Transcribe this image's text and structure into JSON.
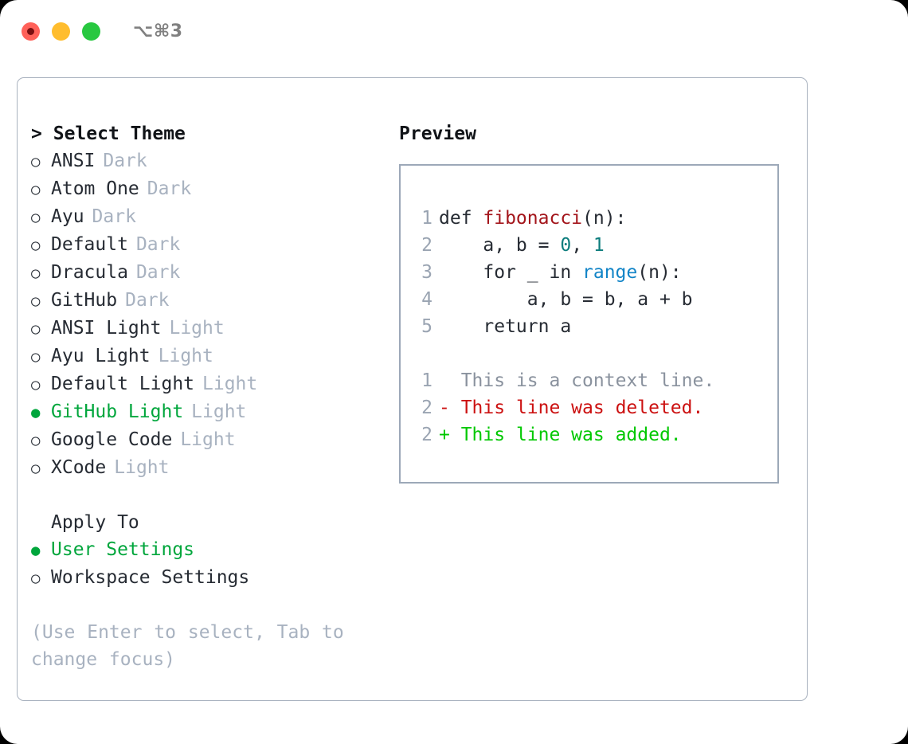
{
  "window": {
    "shortcut_label": "⌥⌘3",
    "traffic_lights": [
      {
        "name": "close",
        "color": "#ff6159",
        "recording": true
      },
      {
        "name": "minimize",
        "color": "#ffbd2e",
        "recording": false
      },
      {
        "name": "zoom",
        "color": "#28c840",
        "recording": false
      }
    ]
  },
  "colors": {
    "accent_green": "#00a63c",
    "muted": "#a8b2c0",
    "text": "#262b33",
    "border": "#a9b2bf",
    "preview_border": "#9ca8b8",
    "diff_add": "#00c800",
    "diff_del": "#cc1111",
    "syntax_function": "#a3151b",
    "syntax_number": "#0d7d7d",
    "syntax_call": "#1184c7"
  },
  "left": {
    "heading": "Select Theme",
    "heading_caret": ">",
    "bullet_on": "●",
    "bullet_off": "○",
    "themes": [
      {
        "name": "ANSI",
        "tag": "Dark",
        "selected": false
      },
      {
        "name": "Atom One",
        "tag": "Dark",
        "selected": false
      },
      {
        "name": "Ayu",
        "tag": "Dark",
        "selected": false
      },
      {
        "name": "Default",
        "tag": "Dark",
        "selected": false
      },
      {
        "name": "Dracula",
        "tag": "Dark",
        "selected": false
      },
      {
        "name": "GitHub",
        "tag": "Dark",
        "selected": false
      },
      {
        "name": "ANSI Light",
        "tag": "Light",
        "selected": false
      },
      {
        "name": "Ayu Light",
        "tag": "Light",
        "selected": false
      },
      {
        "name": "Default Light",
        "tag": "Light",
        "selected": false
      },
      {
        "name": "GitHub Light",
        "tag": "Light",
        "selected": true
      },
      {
        "name": "Google Code",
        "tag": "Light",
        "selected": false
      },
      {
        "name": "XCode",
        "tag": "Light",
        "selected": false
      }
    ],
    "apply_to": {
      "title": "Apply To",
      "options": [
        {
          "name": "User Settings",
          "selected": true
        },
        {
          "name": "Workspace Settings",
          "selected": false
        }
      ]
    },
    "hint": "(Use Enter to select, Tab to change focus)"
  },
  "right": {
    "title": "Preview",
    "code": [
      {
        "lineno": "1",
        "parts": [
          {
            "t": "def ",
            "k": "plain"
          },
          {
            "t": "fibonacci",
            "k": "fn"
          },
          {
            "t": "(n):",
            "k": "plain"
          }
        ]
      },
      {
        "lineno": "2",
        "parts": [
          {
            "t": "    a, b = ",
            "k": "plain"
          },
          {
            "t": "0",
            "k": "num"
          },
          {
            "t": ", ",
            "k": "plain"
          },
          {
            "t": "1",
            "k": "num"
          }
        ]
      },
      {
        "lineno": "3",
        "parts": [
          {
            "t": "    for _ in ",
            "k": "plain"
          },
          {
            "t": "range",
            "k": "call"
          },
          {
            "t": "(n):",
            "k": "plain"
          }
        ]
      },
      {
        "lineno": "4",
        "parts": [
          {
            "t": "        a, b = b, a + b",
            "k": "plain"
          }
        ]
      },
      {
        "lineno": "5",
        "parts": [
          {
            "t": "    return a",
            "k": "plain"
          }
        ]
      }
    ],
    "diff": [
      {
        "lineno": "1",
        "marker": "  ",
        "text": "This is a context line.",
        "kind": "ctx"
      },
      {
        "lineno": "2",
        "marker": "- ",
        "text": "This line was deleted.",
        "kind": "del"
      },
      {
        "lineno": "2",
        "marker": "+ ",
        "text": "This line was added.",
        "kind": "add"
      }
    ]
  }
}
